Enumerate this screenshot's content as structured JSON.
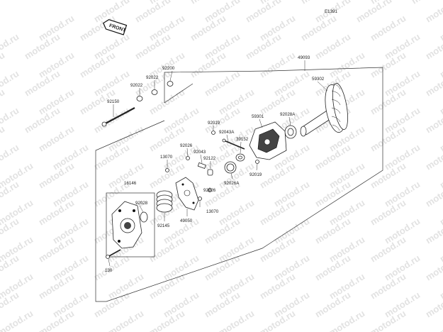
{
  "diagram_id": "E1391",
  "front_label": "FRONT",
  "watermark": "motod.ru",
  "colors": {
    "line": "#222222",
    "watermark": "#e2e2e2",
    "background": "#ffffff"
  },
  "parts": [
    {
      "id": "49093",
      "name": "p-49093"
    },
    {
      "id": "59302",
      "name": "p-59302"
    },
    {
      "id": "92200",
      "name": "p-92200"
    },
    {
      "id": "92022",
      "name": "p-92022a"
    },
    {
      "id": "92022",
      "name": "p-92022b"
    },
    {
      "id": "92150",
      "name": "p-92150"
    },
    {
      "id": "92019",
      "name": "p-92019a"
    },
    {
      "id": "92043A",
      "name": "p-92043a"
    },
    {
      "id": "59301",
      "name": "p-59301"
    },
    {
      "id": "92028A",
      "name": "p-92028a"
    },
    {
      "id": "39152",
      "name": "p-39152"
    },
    {
      "id": "92026",
      "name": "p-92026a"
    },
    {
      "id": "92043",
      "name": "p-92043"
    },
    {
      "id": "13070",
      "name": "p-13070a"
    },
    {
      "id": "92122",
      "name": "p-92122"
    },
    {
      "id": "92019",
      "name": "p-92019b"
    },
    {
      "id": "92026A",
      "name": "p-92026a2"
    },
    {
      "id": "16146",
      "name": "p-16146"
    },
    {
      "id": "92026",
      "name": "p-92026b"
    },
    {
      "id": "13070",
      "name": "p-13070b"
    },
    {
      "id": "92028",
      "name": "p-92028"
    },
    {
      "id": "92145",
      "name": "p-92145"
    },
    {
      "id": "49050",
      "name": "p-49050"
    },
    {
      "id": "130",
      "name": "p-130"
    }
  ]
}
